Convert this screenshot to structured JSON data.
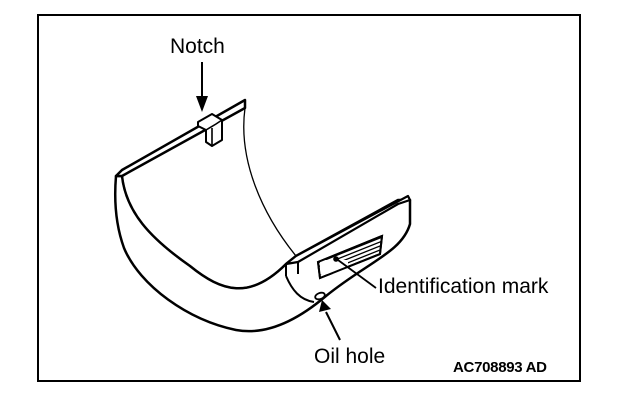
{
  "diagram": {
    "labels": {
      "notch": "Notch",
      "identification_mark": "Identification mark",
      "oil_hole": "Oil hole"
    },
    "figure_code": "AC708893 AD"
  }
}
